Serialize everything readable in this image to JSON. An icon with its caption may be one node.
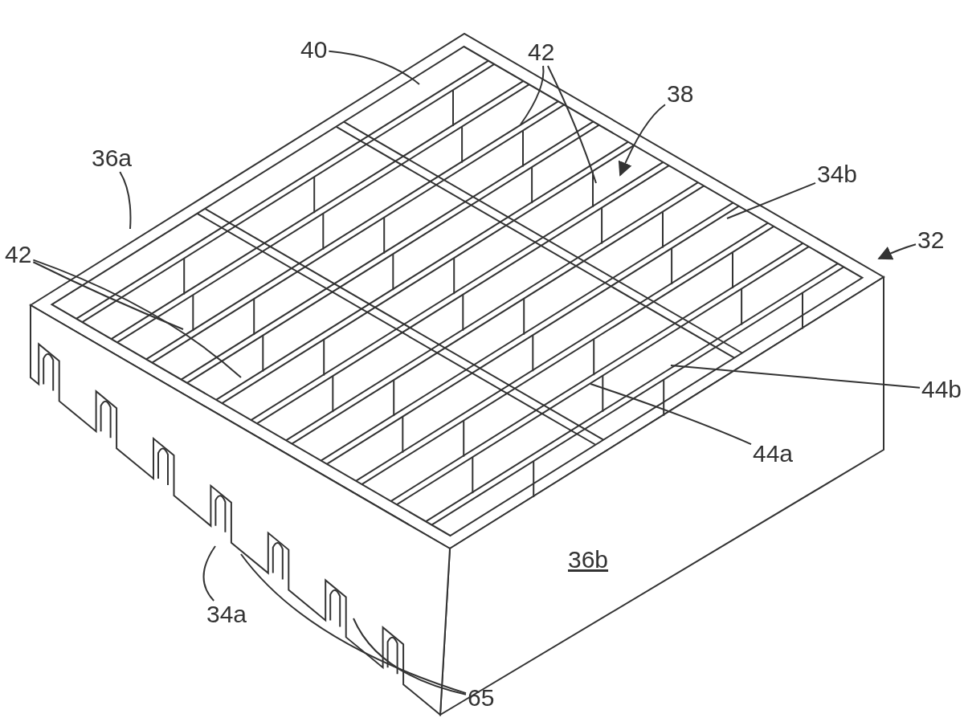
{
  "diagram": {
    "nodes": [
      {
        "text": [
          "40"
        ]
      },
      {
        "text": [
          "42"
        ]
      },
      {
        "text": [
          "38"
        ]
      },
      {
        "text": [
          "34b"
        ]
      },
      {
        "text": [
          "32"
        ]
      },
      {
        "text": [
          "36a"
        ]
      },
      {
        "text": [
          "42"
        ]
      },
      {
        "text": [
          "44b"
        ]
      },
      {
        "text": [
          "44a"
        ]
      },
      {
        "text": [
          "34a"
        ]
      },
      {
        "text": [
          "65"
        ]
      }
    ],
    "edges": [
      {
        "from": 0,
        "to": null,
        "arrow": "none"
      },
      {
        "from": 1,
        "to": null,
        "arrow": "none"
      },
      {
        "from": 1,
        "to": null,
        "arrow": "none"
      },
      {
        "from": 2,
        "to": null,
        "arrow": "to"
      },
      {
        "from": 3,
        "to": null,
        "arrow": "none"
      },
      {
        "from": 4,
        "to": null,
        "arrow": "to"
      },
      {
        "from": 5,
        "to": null,
        "arrow": "none"
      },
      {
        "from": 6,
        "to": null,
        "arrow": "none"
      },
      {
        "from": 6,
        "to": null,
        "arrow": "none"
      },
      {
        "from": 7,
        "to": null,
        "arrow": "none"
      },
      {
        "from": 8,
        "to": null,
        "arrow": "none"
      },
      {
        "from": 9,
        "to": null,
        "arrow": "none"
      },
      {
        "from": 10,
        "to": null,
        "arrow": "none"
      },
      {
        "from": 10,
        "to": null,
        "arrow": "none"
      }
    ],
    "labels": [
      "36b"
    ]
  }
}
